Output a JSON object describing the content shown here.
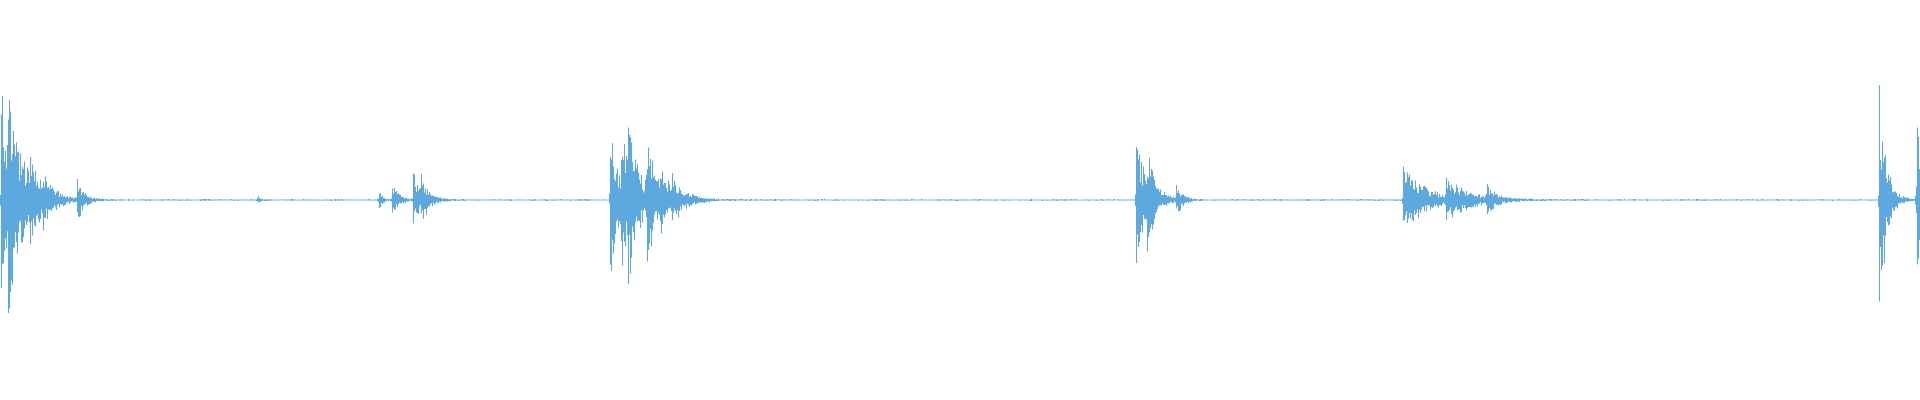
{
  "waveform": {
    "color": "#5ea8e0",
    "background": "#ffffff",
    "baseline_amplitude": 0.004,
    "events": [
      {
        "t": 0.0005,
        "peak": 0.58,
        "decay": 0.0055
      },
      {
        "t": 0.004,
        "peak": 0.3,
        "decay": 0.01
      },
      {
        "t": 0.0155,
        "peak": 0.09,
        "decay": 0.006
      },
      {
        "t": 0.022,
        "peak": 0.07,
        "decay": 0.004
      },
      {
        "t": 0.04,
        "peak": 0.12,
        "decay": 0.003
      },
      {
        "t": 0.134,
        "peak": 0.04,
        "decay": 0.001
      },
      {
        "t": 0.197,
        "peak": 0.05,
        "decay": 0.002
      },
      {
        "t": 0.204,
        "peak": 0.1,
        "decay": 0.003
      },
      {
        "t": 0.215,
        "peak": 0.16,
        "decay": 0.003
      },
      {
        "t": 0.219,
        "peak": 0.11,
        "decay": 0.004
      },
      {
        "t": 0.3175,
        "peak": 0.42,
        "decay": 0.004
      },
      {
        "t": 0.323,
        "peak": 0.3,
        "decay": 0.006
      },
      {
        "t": 0.3265,
        "peak": 0.3,
        "decay": 0.005
      },
      {
        "t": 0.3365,
        "peak": 0.32,
        "decay": 0.005
      },
      {
        "t": 0.344,
        "peak": 0.1,
        "decay": 0.008
      },
      {
        "t": 0.35,
        "peak": 0.06,
        "decay": 0.006
      },
      {
        "t": 0.5915,
        "peak": 0.35,
        "decay": 0.005
      },
      {
        "t": 0.597,
        "peak": 0.18,
        "decay": 0.004
      },
      {
        "t": 0.6125,
        "peak": 0.08,
        "decay": 0.003
      },
      {
        "t": 0.7305,
        "peak": 0.17,
        "decay": 0.012
      },
      {
        "t": 0.753,
        "peak": 0.09,
        "decay": 0.012
      },
      {
        "t": 0.774,
        "peak": 0.07,
        "decay": 0.004
      },
      {
        "t": 0.9785,
        "peak": 0.6,
        "decay": 0.003
      },
      {
        "t": 0.9805,
        "peak": 0.1,
        "decay": 0.004
      },
      {
        "t": 0.998,
        "peak": 0.62,
        "decay": 0.002
      }
    ]
  }
}
